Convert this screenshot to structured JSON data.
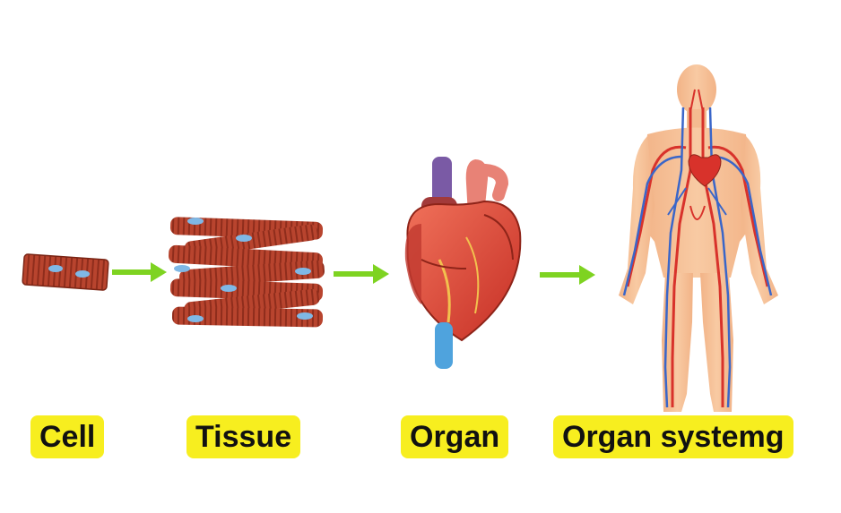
{
  "stages": [
    {
      "label": "Cell"
    },
    {
      "label": "Tissue"
    },
    {
      "label": "Organ"
    },
    {
      "label": "Organ systemg"
    }
  ],
  "colors": {
    "arrow": "#7ed321",
    "label_bg": "#f7ee1f",
    "muscle": "#b5432f",
    "nucleus": "#7fb8e6",
    "skin": "#f6c29a",
    "artery": "#d8322b",
    "vein": "#3a66c9"
  },
  "icons": [
    "muscle-cell-icon",
    "arrow-icon",
    "muscle-tissue-icon",
    "heart-icon",
    "human-body-icon"
  ]
}
